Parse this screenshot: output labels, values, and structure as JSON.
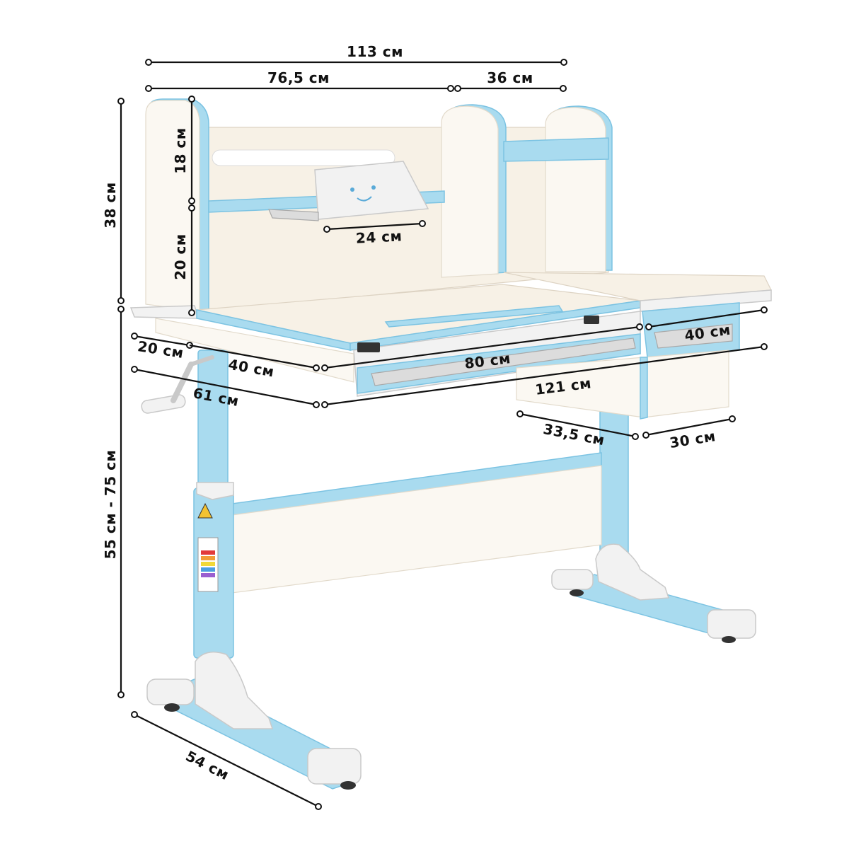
{
  "dimensions": [
    {
      "id": "total-width",
      "label": "113 см"
    },
    {
      "id": "left-superstructure-width",
      "label": "76,5 см"
    },
    {
      "id": "right-superstructure-width",
      "label": "36 см"
    },
    {
      "id": "superstructure-height",
      "label": "38 см"
    },
    {
      "id": "upper-shelf-height",
      "label": "18 см"
    },
    {
      "id": "lower-shelf-height",
      "label": "20 см"
    },
    {
      "id": "book-holder-width",
      "label": "24 см"
    },
    {
      "id": "side-shelf-depth",
      "label": "20 см"
    },
    {
      "id": "tilt-top-depth",
      "label": "40 см"
    },
    {
      "id": "tabletop-depth",
      "label": "61 см"
    },
    {
      "id": "tilt-top-width",
      "label": "80 см"
    },
    {
      "id": "drawer-width",
      "label": "40 см"
    },
    {
      "id": "tabletop-width",
      "label": "121 см"
    },
    {
      "id": "drawer-depth",
      "label": "33,5 см"
    },
    {
      "id": "drawer-block-width",
      "label": "30 см"
    },
    {
      "id": "height-range",
      "label": "55 см - 75 см"
    },
    {
      "id": "base-depth",
      "label": "54 см"
    }
  ],
  "colors": {
    "frame_blue": "#a9dbef",
    "frame_blue_edge": "#7cc3e2",
    "panel_cream": "#f7f1e6",
    "plastic_white": "#f2f2f2",
    "line_black": "#111111"
  }
}
